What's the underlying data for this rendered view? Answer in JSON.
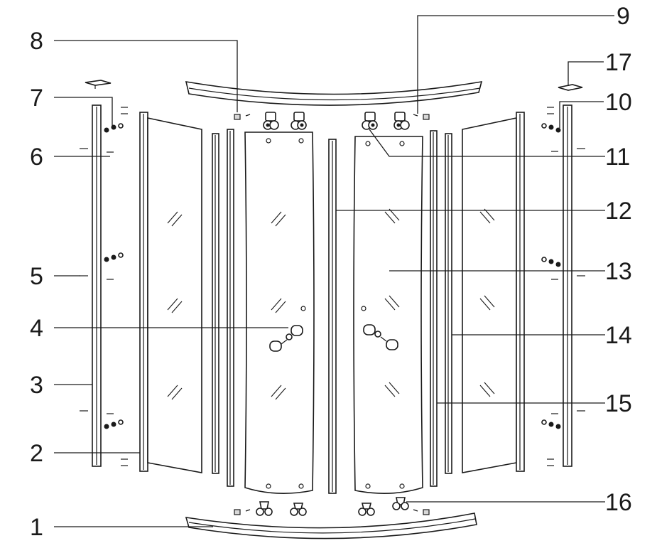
{
  "callouts": [
    {
      "id": "1",
      "label": "1"
    },
    {
      "id": "2",
      "label": "2"
    },
    {
      "id": "3",
      "label": "3"
    },
    {
      "id": "4",
      "label": "4"
    },
    {
      "id": "5",
      "label": "5"
    },
    {
      "id": "6",
      "label": "6"
    },
    {
      "id": "7",
      "label": "7"
    },
    {
      "id": "8",
      "label": "8"
    },
    {
      "id": "9",
      "label": "9"
    },
    {
      "id": "10",
      "label": "10"
    },
    {
      "id": "11",
      "label": "11"
    },
    {
      "id": "12",
      "label": "12"
    },
    {
      "id": "13",
      "label": "13"
    },
    {
      "id": "14",
      "label": "14"
    },
    {
      "id": "15",
      "label": "15"
    },
    {
      "id": "16",
      "label": "16"
    },
    {
      "id": "17",
      "label": "17"
    }
  ],
  "colors": {
    "ink": "#1a1a1a",
    "paper": "#ffffff"
  }
}
